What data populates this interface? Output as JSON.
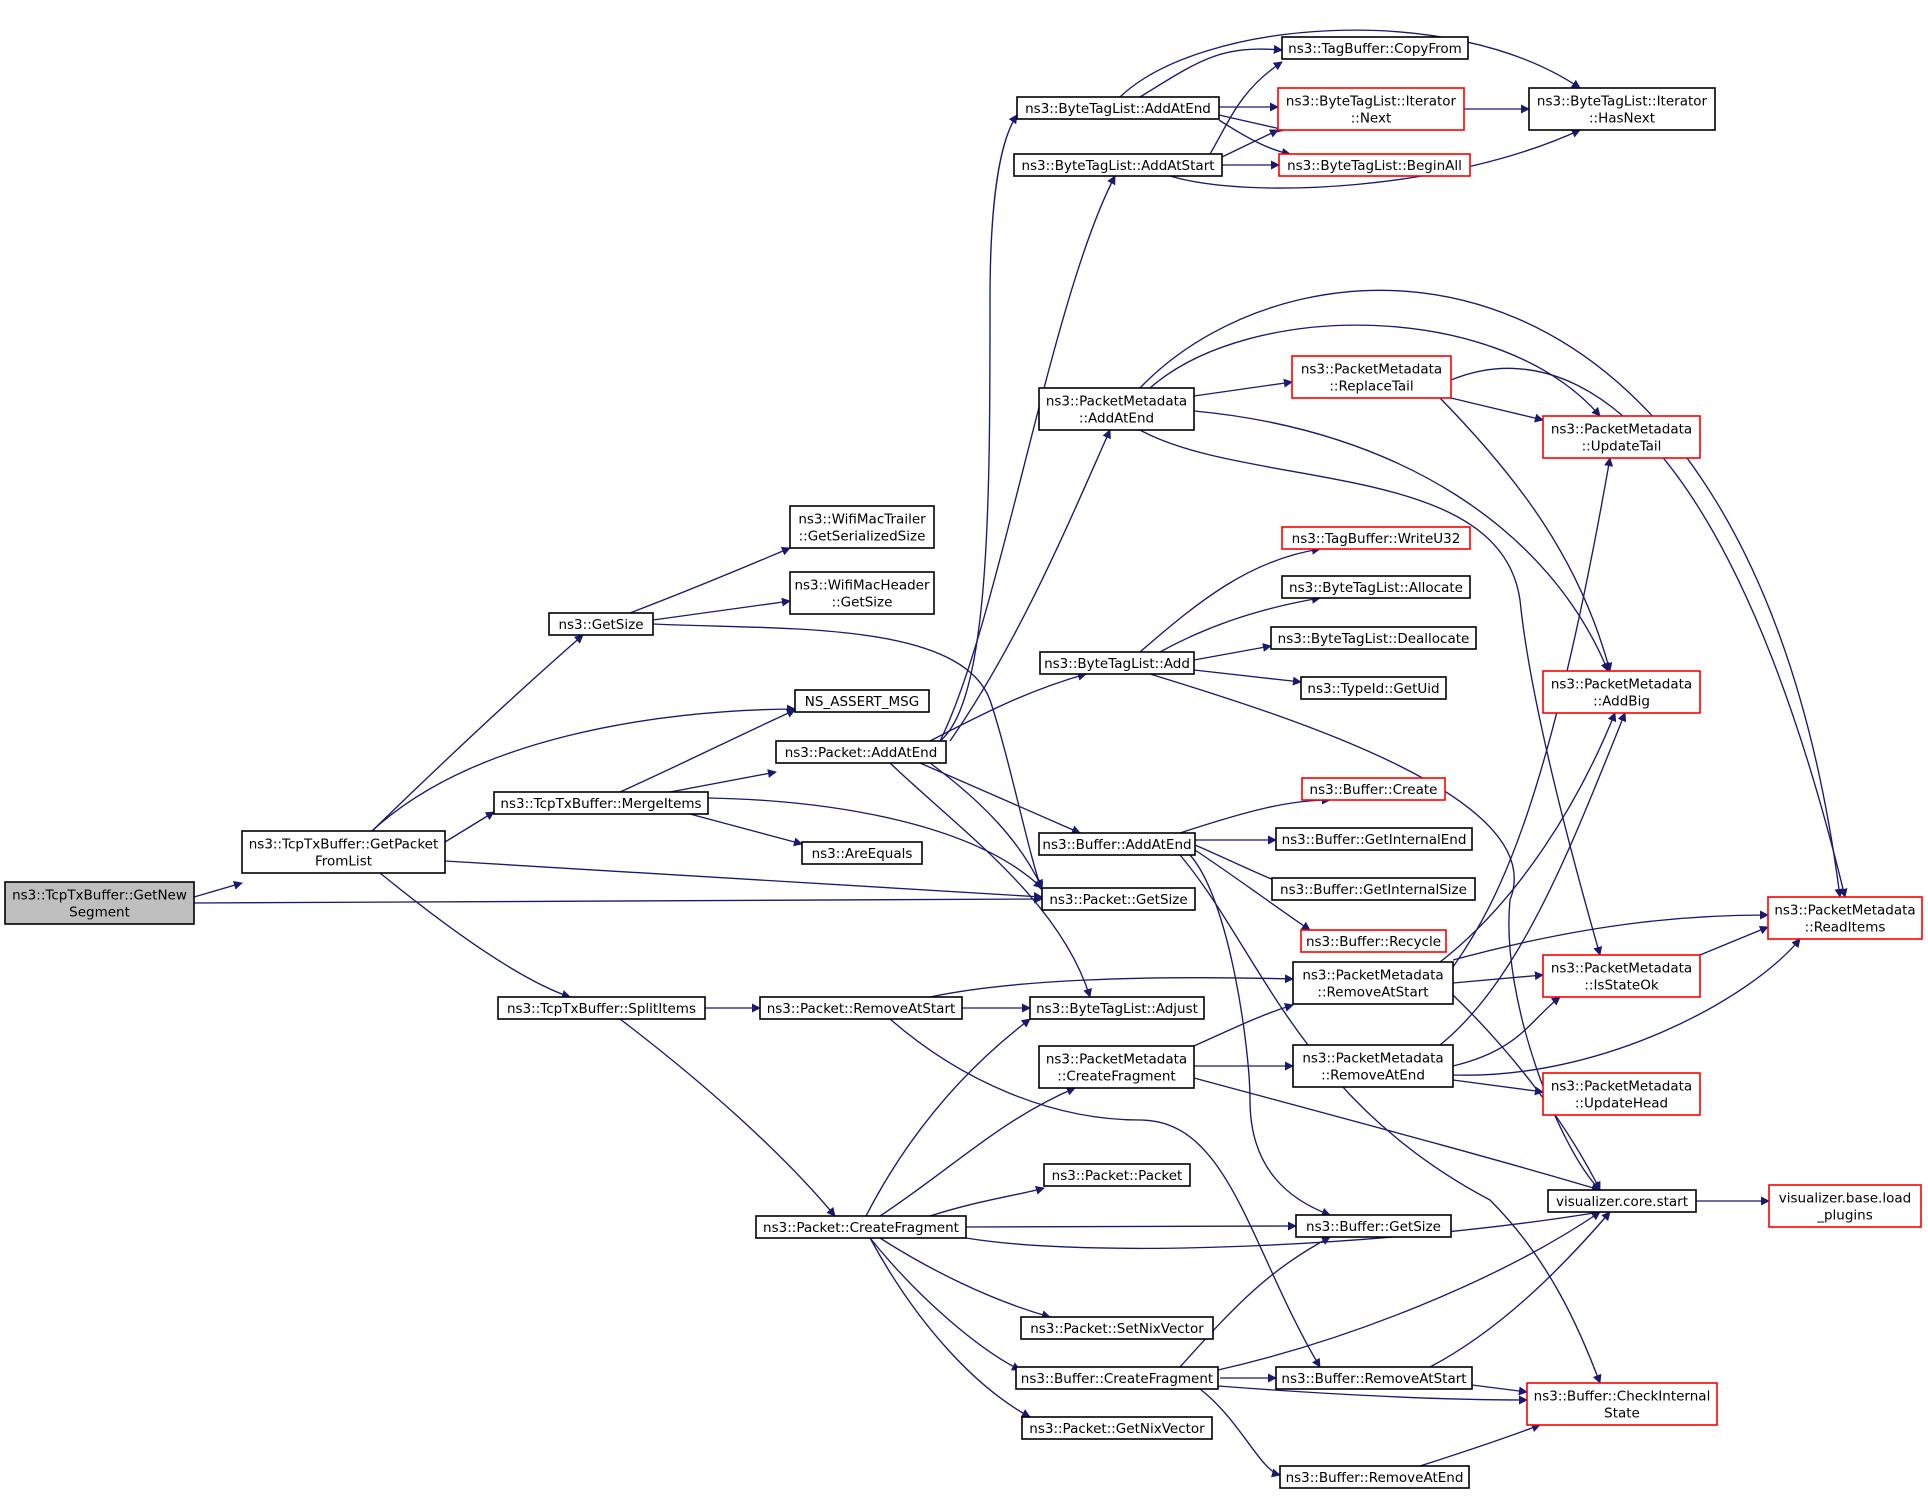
{
  "colors": {
    "edge": "#191970",
    "node_border": "#000000",
    "truncated_node_border": "#ff0000",
    "root_fill": "#bfbfbf"
  },
  "nodes": {
    "getnewsegment": {
      "lines": [
        "ns3::TcpTxBuffer::GetNew",
        "Segment"
      ]
    },
    "getpacketfromlist": {
      "lines": [
        "ns3::TcpTxBuffer::GetPacket",
        "FromList"
      ]
    },
    "getsize": {
      "lines": [
        "ns3::GetSize"
      ]
    },
    "wifimactrailer": {
      "lines": [
        "ns3::WifiMacTrailer",
        "::GetSerializedSize"
      ]
    },
    "wifimacheader": {
      "lines": [
        "ns3::WifiMacHeader",
        "::GetSize"
      ]
    },
    "nsassert": {
      "lines": [
        "NS_ASSERT_MSG"
      ]
    },
    "mergeitems": {
      "lines": [
        "ns3::TcpTxBuffer::MergeItems"
      ]
    },
    "areequals": {
      "lines": [
        "ns3::AreEquals"
      ]
    },
    "splititems": {
      "lines": [
        "ns3::TcpTxBuffer::SplitItems"
      ]
    },
    "packet_addatend": {
      "lines": [
        "ns3::Packet::AddAtEnd"
      ]
    },
    "packet_getsize": {
      "lines": [
        "ns3::Packet::GetSize"
      ]
    },
    "packet_removeatstart": {
      "lines": [
        "ns3::Packet::RemoveAtStart"
      ]
    },
    "packet_createfragment": {
      "lines": [
        "ns3::Packet::CreateFragment"
      ]
    },
    "btl_addatend": {
      "lines": [
        "ns3::ByteTagList::AddAtEnd"
      ]
    },
    "btl_addatstart": {
      "lines": [
        "ns3::ByteTagList::AddAtStart"
      ]
    },
    "pm_addatend": {
      "lines": [
        "ns3::PacketMetadata",
        "::AddAtEnd"
      ]
    },
    "btl_add": {
      "lines": [
        "ns3::ByteTagList::Add"
      ]
    },
    "buffer_addatend": {
      "lines": [
        "ns3::Buffer::AddAtEnd"
      ]
    },
    "btl_adjust": {
      "lines": [
        "ns3::ByteTagList::Adjust"
      ]
    },
    "pm_createfragment": {
      "lines": [
        "ns3::PacketMetadata",
        "::CreateFragment"
      ]
    },
    "packet_packet": {
      "lines": [
        "ns3::Packet::Packet"
      ]
    },
    "packet_setnixvector": {
      "lines": [
        "ns3::Packet::SetNixVector"
      ]
    },
    "buffer_createfragment": {
      "lines": [
        "ns3::Buffer::CreateFragment"
      ]
    },
    "packet_getnixvector": {
      "lines": [
        "ns3::Packet::GetNixVector"
      ]
    },
    "tagbuffer_copyfrom": {
      "lines": [
        "ns3::TagBuffer::CopyFrom"
      ]
    },
    "btl_iter_next": {
      "lines": [
        "ns3::ByteTagList::Iterator",
        "::Next"
      ]
    },
    "btl_beginall": {
      "lines": [
        "ns3::ByteTagList::BeginAll"
      ]
    },
    "pm_replacetail": {
      "lines": [
        "ns3::PacketMetadata",
        "::ReplaceTail"
      ]
    },
    "tagbuffer_writeu32": {
      "lines": [
        "ns3::TagBuffer::WriteU32"
      ]
    },
    "btl_allocate": {
      "lines": [
        "ns3::ByteTagList::Allocate"
      ]
    },
    "btl_deallocate": {
      "lines": [
        "ns3::ByteTagList::Deallocate"
      ]
    },
    "typeid_getuid": {
      "lines": [
        "ns3::TypeId::GetUid"
      ]
    },
    "buffer_create": {
      "lines": [
        "ns3::Buffer::Create"
      ]
    },
    "buffer_getinternalend": {
      "lines": [
        "ns3::Buffer::GetInternalEnd"
      ]
    },
    "buffer_getinternalsize": {
      "lines": [
        "ns3::Buffer::GetInternalSize"
      ]
    },
    "buffer_recycle": {
      "lines": [
        "ns3::Buffer::Recycle"
      ]
    },
    "pm_removeatstart": {
      "lines": [
        "ns3::PacketMetadata",
        "::RemoveAtStart"
      ]
    },
    "pm_removeatend": {
      "lines": [
        "ns3::PacketMetadata",
        "::RemoveAtEnd"
      ]
    },
    "buffer_getsize": {
      "lines": [
        "ns3::Buffer::GetSize"
      ]
    },
    "buffer_removeatstart": {
      "lines": [
        "ns3::Buffer::RemoveAtStart"
      ]
    },
    "buffer_removeatend": {
      "lines": [
        "ns3::Buffer::RemoveAtEnd"
      ]
    },
    "btl_iter_hasnext": {
      "lines": [
        "ns3::ByteTagList::Iterator",
        "::HasNext"
      ]
    },
    "pm_updatetail": {
      "lines": [
        "ns3::PacketMetadata",
        "::UpdateTail"
      ]
    },
    "pm_addbig": {
      "lines": [
        "ns3::PacketMetadata",
        "::AddBig"
      ]
    },
    "pm_isstateok": {
      "lines": [
        "ns3::PacketMetadata",
        "::IsStateOk"
      ]
    },
    "pm_updatehead": {
      "lines": [
        "ns3::PacketMetadata",
        "::UpdateHead"
      ]
    },
    "viz_core_start": {
      "lines": [
        "visualizer.core.start"
      ]
    },
    "buffer_checkinternalstate": {
      "lines": [
        "ns3::Buffer::CheckInternal",
        "State"
      ]
    },
    "pm_readitems": {
      "lines": [
        "ns3::PacketMetadata",
        "::ReadItems"
      ]
    },
    "viz_base_loadplugins": {
      "lines": [
        "visualizer.base.load",
        "_plugins"
      ]
    }
  }
}
